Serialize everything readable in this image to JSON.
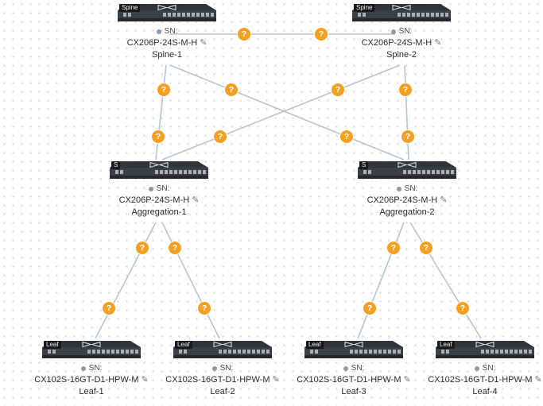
{
  "colors": {
    "badge_background": "#f5a020",
    "badge_text": "#ffffff",
    "link_line": "#b9c4ce",
    "switch_body": "#3a4045",
    "text": "#2b2b2b"
  },
  "icons": {
    "edit": "✎"
  },
  "badge": {
    "label": "?"
  },
  "devices": [
    {
      "id": "spine-1",
      "tag": "Spine",
      "sn_label": "SN:",
      "model": "CX206P-24S-M-H",
      "name": "Spine-1"
    },
    {
      "id": "spine-2",
      "tag": "Spine",
      "sn_label": "SN:",
      "model": "CX206P-24S-M-H",
      "name": "Spine-2"
    },
    {
      "id": "aggregation-1",
      "tag": "S",
      "sn_label": "SN:",
      "model": "CX206P-24S-M-H",
      "name": "Aggregation-1"
    },
    {
      "id": "aggregation-2",
      "tag": "S",
      "sn_label": "SN:",
      "model": "CX206P-24S-M-H",
      "name": "Aggregation-2"
    },
    {
      "id": "leaf-1",
      "tag": "Leaf",
      "sn_label": "SN:",
      "model": "CX102S-16GT-D1-HPW-M",
      "name": "Leaf-1"
    },
    {
      "id": "leaf-2",
      "tag": "Leaf",
      "sn_label": "SN:",
      "model": "CX102S-16GT-D1-HPW-M",
      "name": "Leaf-2"
    },
    {
      "id": "leaf-3",
      "tag": "Leaf",
      "sn_label": "SN:",
      "model": "CX102S-16GT-D1-HPW-M",
      "name": "Leaf-3"
    },
    {
      "id": "leaf-4",
      "tag": "Leaf",
      "sn_label": "SN:",
      "model": "CX102S-16GT-D1-HPW-M",
      "name": "Leaf-4"
    }
  ],
  "links": [
    {
      "from": "Spine-1",
      "to": "Spine-2"
    },
    {
      "from": "Spine-1",
      "to": "Aggregation-1"
    },
    {
      "from": "Spine-1",
      "to": "Aggregation-2"
    },
    {
      "from": "Spine-2",
      "to": "Aggregation-1"
    },
    {
      "from": "Spine-2",
      "to": "Aggregation-2"
    },
    {
      "from": "Aggregation-1",
      "to": "Leaf-1"
    },
    {
      "from": "Aggregation-1",
      "to": "Leaf-2"
    },
    {
      "from": "Aggregation-2",
      "to": "Leaf-3"
    },
    {
      "from": "Aggregation-2",
      "to": "Leaf-4"
    }
  ]
}
